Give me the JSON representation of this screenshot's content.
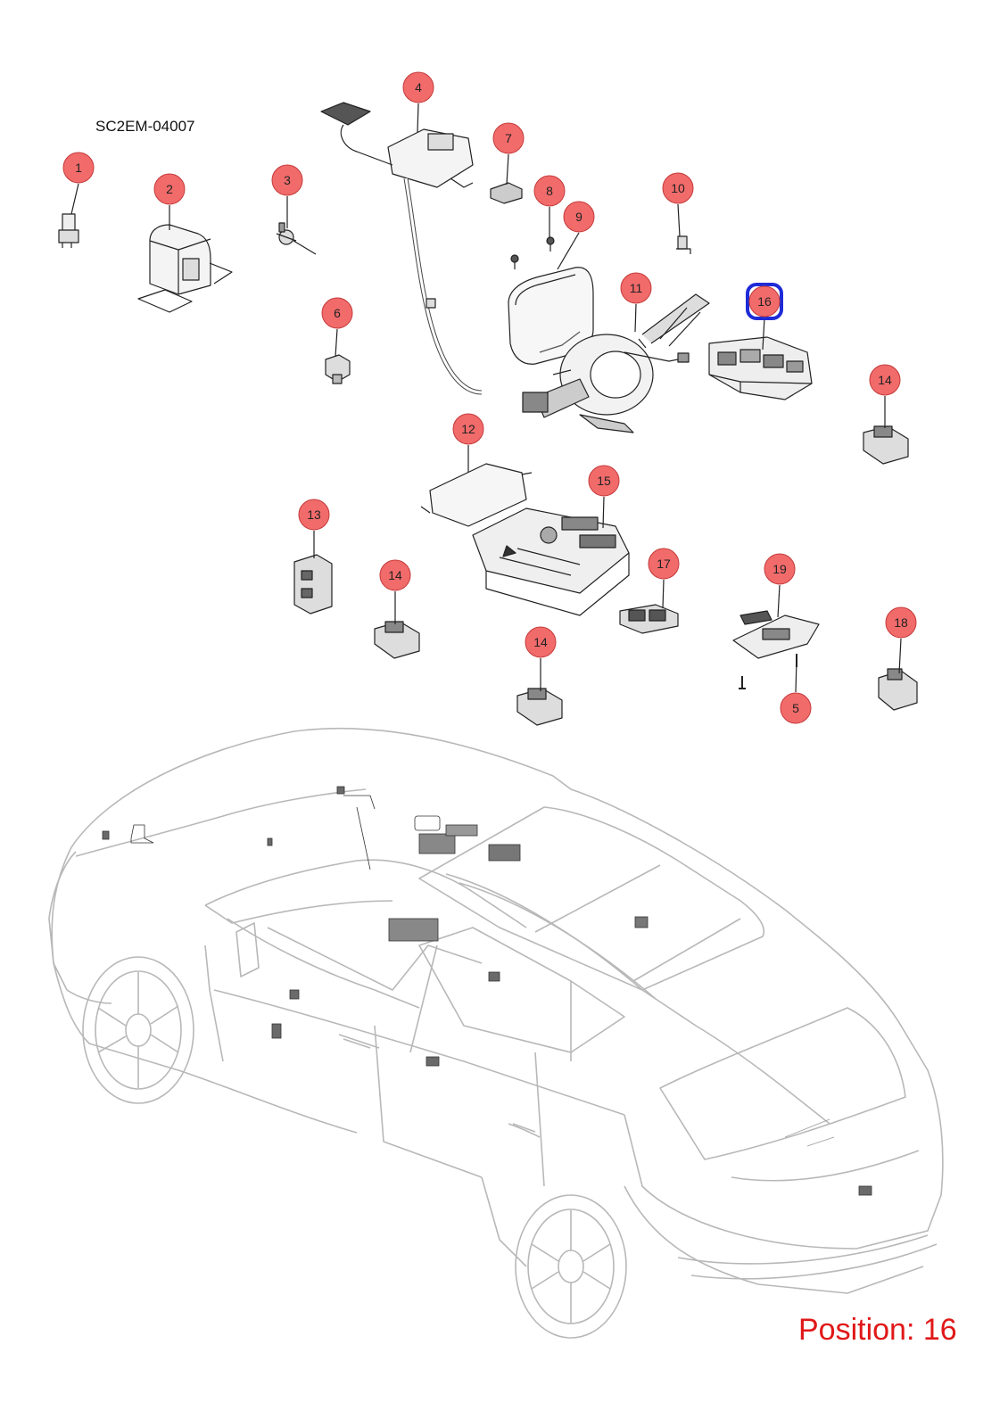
{
  "diagram": {
    "code": "SC2EM-04007",
    "position_label": "Position: 16",
    "selected_callout": "16",
    "colors": {
      "callout_fill": "#f26b6b",
      "callout_stroke": "#c43a3a",
      "highlight": "#1e2bd6",
      "line_art": "#222222",
      "car_outline": "#b8b8b8",
      "position_text": "#e01818"
    },
    "callouts": [
      {
        "num": "1"
      },
      {
        "num": "2"
      },
      {
        "num": "3"
      },
      {
        "num": "4"
      },
      {
        "num": "7"
      },
      {
        "num": "8"
      },
      {
        "num": "9"
      },
      {
        "num": "10"
      },
      {
        "num": "6"
      },
      {
        "num": "11"
      },
      {
        "num": "16"
      },
      {
        "num": "14"
      },
      {
        "num": "12"
      },
      {
        "num": "15"
      },
      {
        "num": "13"
      },
      {
        "num": "14"
      },
      {
        "num": "17"
      },
      {
        "num": "19"
      },
      {
        "num": "14"
      },
      {
        "num": "18"
      },
      {
        "num": "5"
      }
    ]
  }
}
